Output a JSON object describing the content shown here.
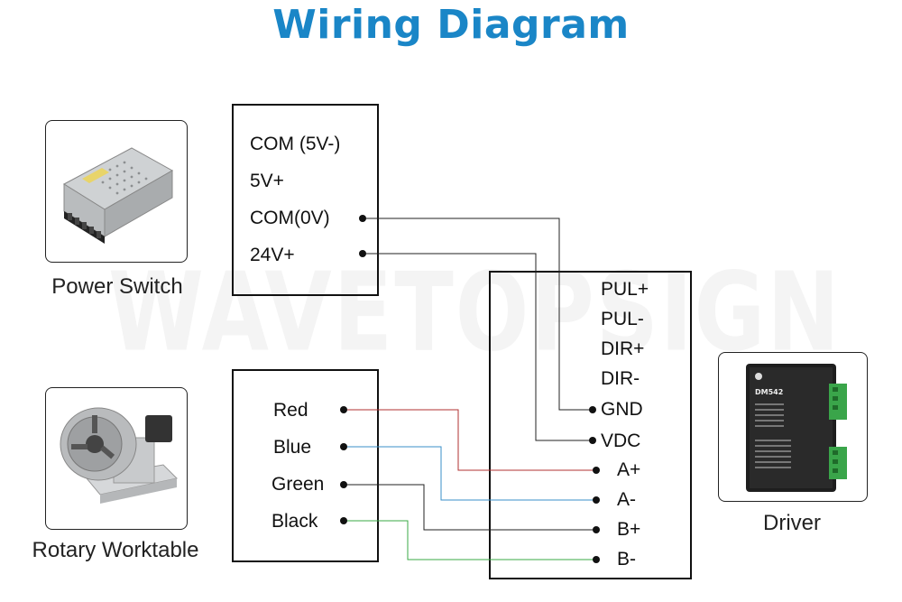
{
  "title": "Wiring Diagram",
  "watermark": "WAVETOPSIGN",
  "devices": {
    "power_switch": {
      "caption": "Power Switch",
      "icon": "power-supply-icon"
    },
    "rotary": {
      "caption": "Rotary Worktable",
      "icon": "rotary-chuck-icon"
    },
    "driver": {
      "caption": "Driver",
      "icon": "stepper-driver-icon",
      "model": "DM542"
    }
  },
  "power_terminals": [
    "COM (5V-)",
    "5V+",
    "COM(0V)",
    "24V+"
  ],
  "motor_wires": [
    "Red",
    "Blue",
    "Green",
    "Black"
  ],
  "driver_terminals": [
    "PUL+",
    "PUL-",
    "DIR+",
    "DIR-",
    "GND",
    "VDC",
    "A+",
    "A-",
    "B+",
    "B-"
  ],
  "connections": [
    {
      "from": "COM(0V)",
      "to": "GND",
      "color": "#222222"
    },
    {
      "from": "24V+",
      "to": "VDC",
      "color": "#222222"
    },
    {
      "from": "Red",
      "to": "A+",
      "color": "#b03030"
    },
    {
      "from": "Blue",
      "to": "A-",
      "color": "#3a8fc8"
    },
    {
      "from": "Green",
      "to": "B+",
      "color": "#222222"
    },
    {
      "from": "Black",
      "to": "B-",
      "color": "#39a845"
    }
  ],
  "colors": {
    "title": "#1a86c7",
    "line": "#111111"
  }
}
